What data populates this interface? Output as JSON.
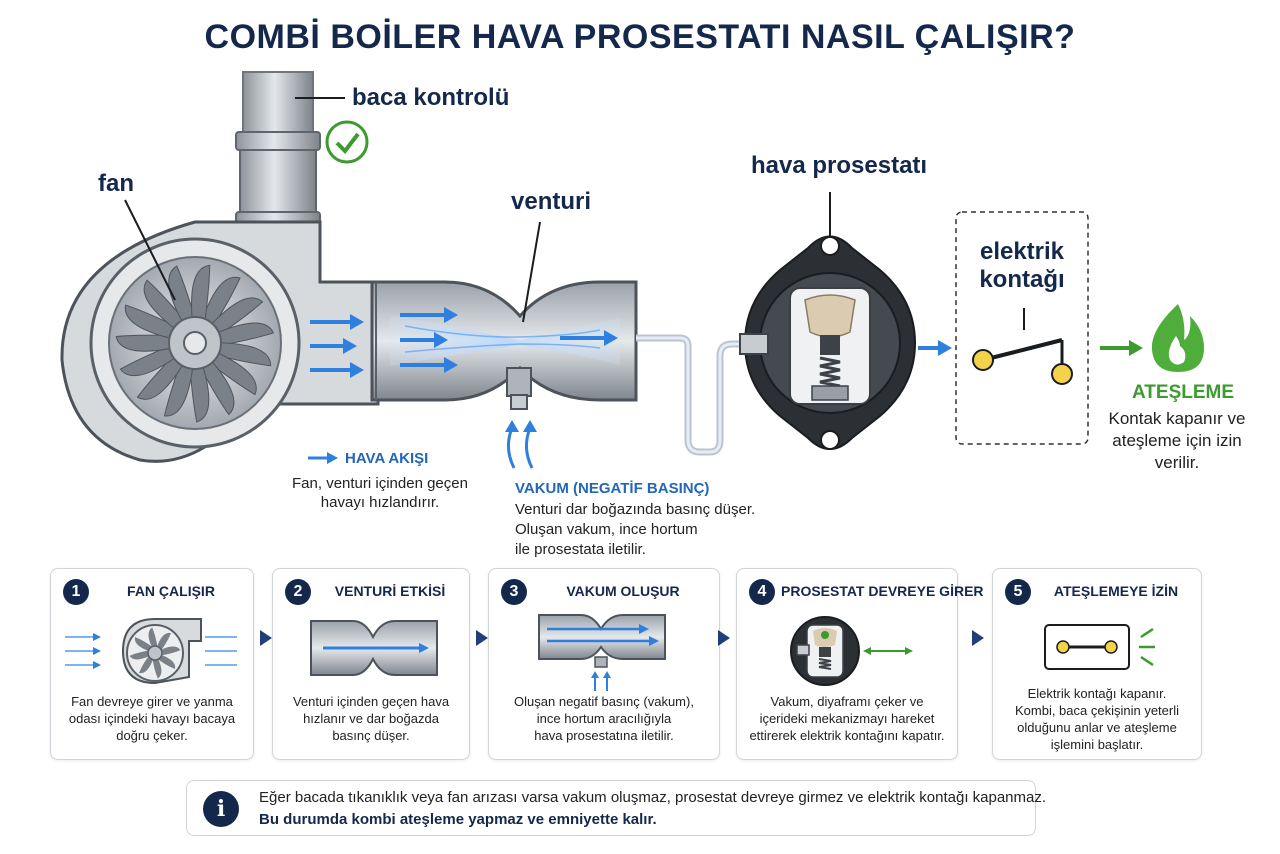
{
  "title": "COMBİ BOİLER HAVA PROSESTATI NASIL ÇALIŞIR?",
  "labels": {
    "fan": "fan",
    "baca_kontrolu": "baca kontrolü",
    "venturi": "venturi",
    "hava_prosestati": "hava prosestatı",
    "elektrik_kontagi_1": "elektrik",
    "elektrik_kontagi_2": "kontağı",
    "hava_akisi": "HAVA AKIŞI",
    "hava_akisi_desc_1": "Fan, venturi içinden geçen",
    "hava_akisi_desc_2": "havayı hızlandırır.",
    "vakum_title": "VAKUM (NEGATİF BASINÇ)",
    "vakum_desc_1": "Venturi dar boğazında basınç düşer.",
    "vakum_desc_2": "Oluşan vakum, ince hortum",
    "vakum_desc_3": "ile prosestata iletilir.",
    "atesleme": "ATEŞLEME",
    "atesleme_desc_1": "Kontak kapanır ve",
    "atesleme_desc_2": "ateşleme için izin",
    "atesleme_desc_3": "verilir."
  },
  "steps": [
    {
      "num": "1",
      "title": "FAN ÇALIŞIR",
      "desc_1": "Fan devreye girer ve yanma",
      "desc_2": "odası içindeki havayı bacaya",
      "desc_3": "doğru çeker."
    },
    {
      "num": "2",
      "title": "VENTURİ ETKİSİ",
      "desc_1": "Venturi içinden geçen hava",
      "desc_2": "hızlanır ve dar boğazda",
      "desc_3": "basınç düşer."
    },
    {
      "num": "3",
      "title": "VAKUM OLUŞUR",
      "desc_1": "Oluşan negatif basınç (vakum),",
      "desc_2": "ince hortum aracılığıyla",
      "desc_3": "hava prosestatına iletilir."
    },
    {
      "num": "4",
      "title": "PROSESTAT DEVREYE GİRER",
      "desc_1": "Vakum, diyaframı çeker ve",
      "desc_2": "içerideki mekanizmayı hareket",
      "desc_3": "ettirerek elektrik kontağını kapatır."
    },
    {
      "num": "5",
      "title": "ATEŞLEMEYE İZİN",
      "desc_1": "Elektrik kontağı kapanır.",
      "desc_2": "Kombi, baca çekişinin yeterli",
      "desc_3": "olduğunu anlar ve ateşleme",
      "desc_4": "işlemini başlatır."
    }
  ],
  "info": {
    "line1": "Eğer bacada tıkanıklık veya fan arızası varsa vakum oluşmaz, prosestat devreye girmez ve elektrik kontağı kapanmaz.",
    "line2": "Bu durumda kombi ateşleme yapmaz ve emniyette kalır."
  },
  "colors": {
    "navy": "#14284b",
    "blue": "#2466b8",
    "green": "#3c9a2e",
    "yellow": "#f2d34a"
  }
}
